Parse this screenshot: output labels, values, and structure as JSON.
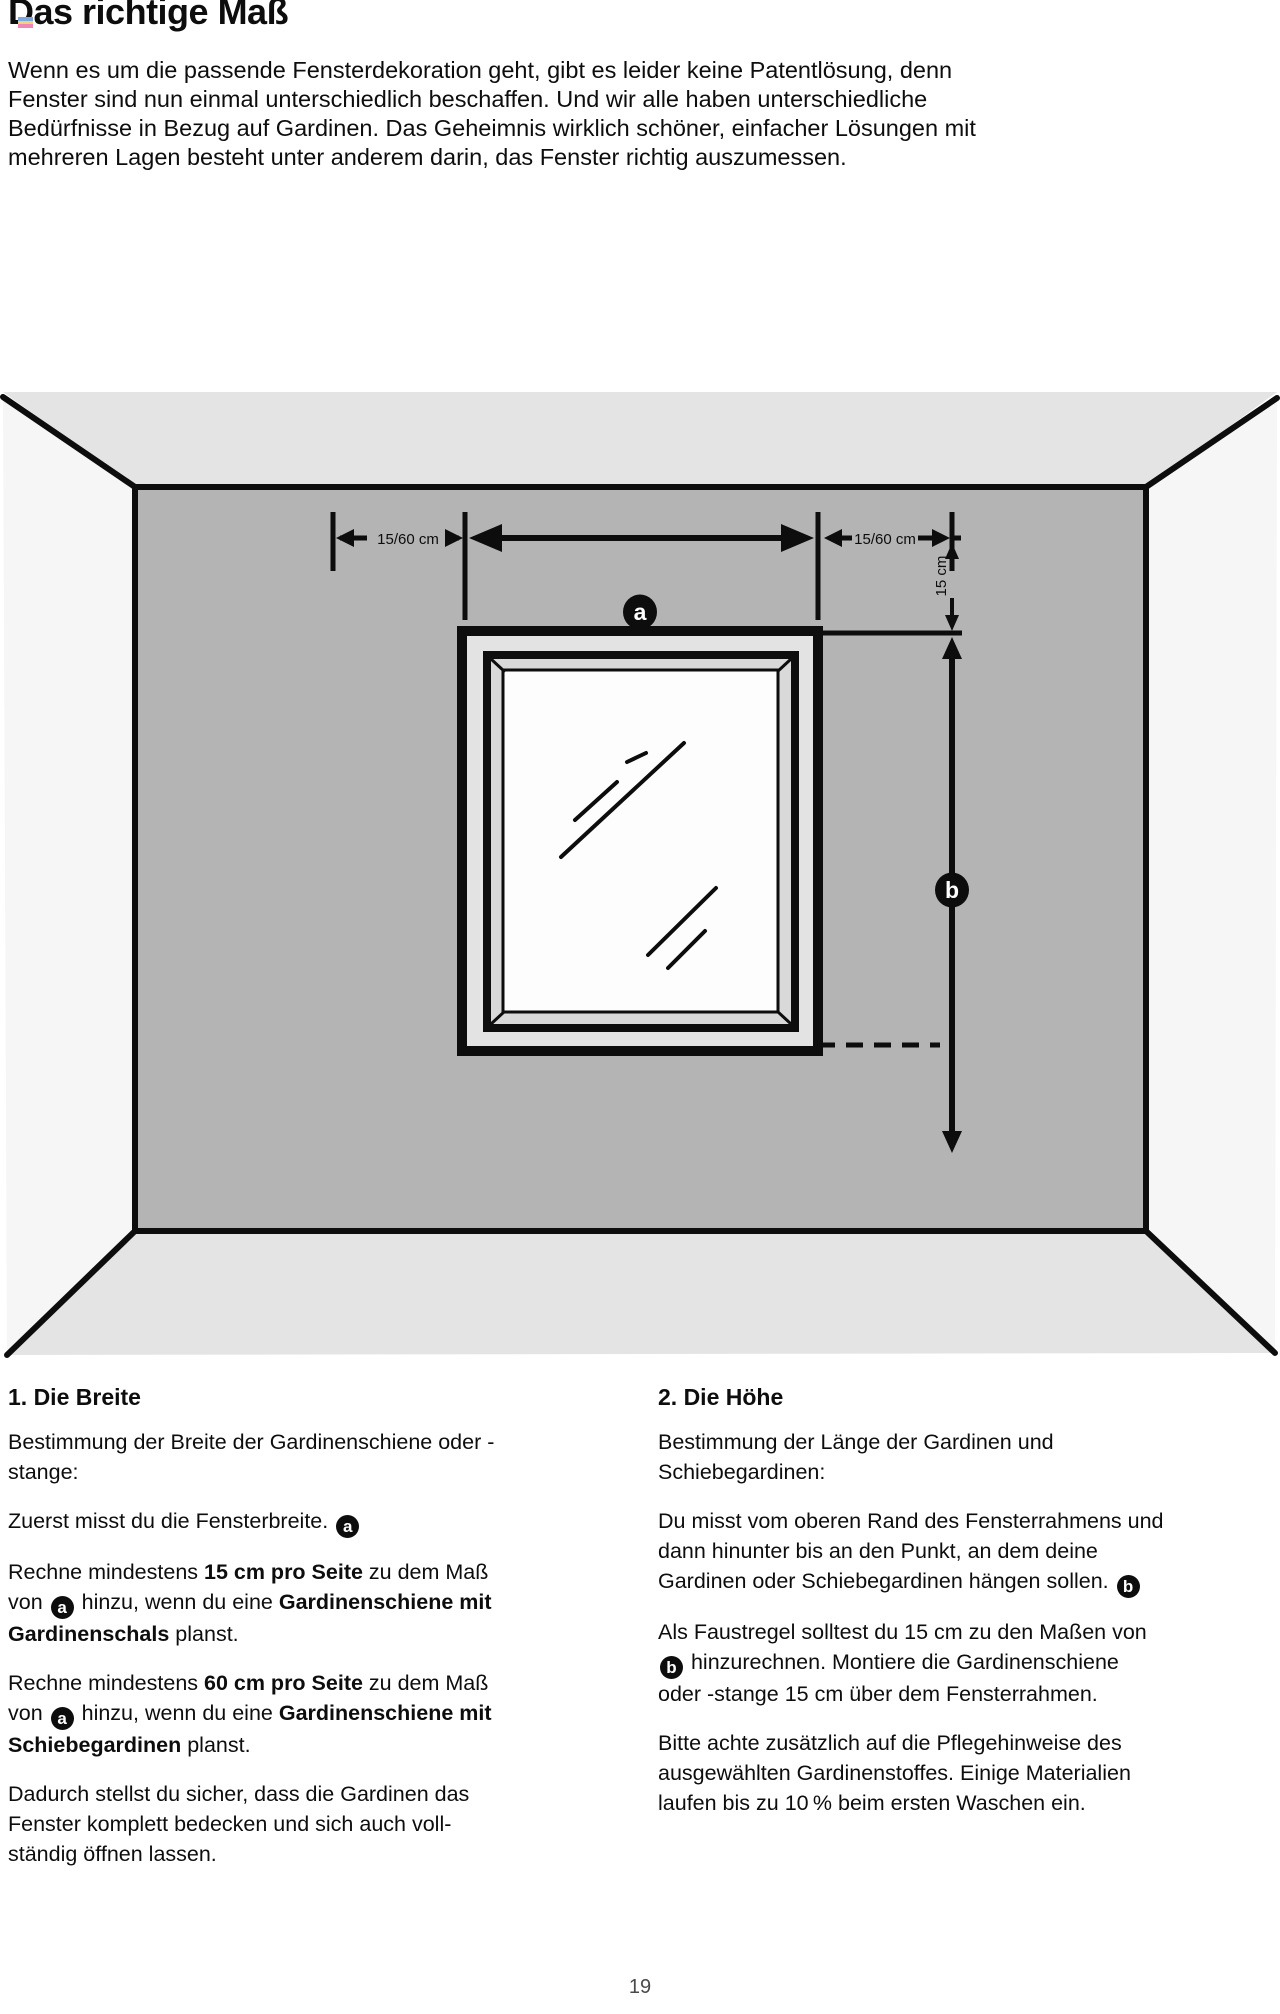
{
  "page": {
    "title": "Das richtige Maß",
    "intro": "Wenn es um die passende Fensterdekoration geht, gibt es leider keine Patentlösung, denn Fenster sind nun einmal unterschiedlich beschaffen. Und wir alle haben unterschiedliche Bedürfnisse in Bezug auf Gardinen. Das Geheimnis wirklich schöner, einfacher Lösungen mit mehreren Lagen besteht unter anderem darin, das Fenster richtig auszumessen.",
    "page_number": "19"
  },
  "colors": {
    "back_wall": "#b4b4b4",
    "ceiling_floor": "#e4e4e4",
    "side_walls": "#f6f6f6",
    "line_black": "#0d0d0d",
    "glass": "#fdfdfd"
  },
  "diagram": {
    "labels": {
      "left_margin": "15/60 cm",
      "right_margin": "15/60 cm",
      "above_window": "15 cm",
      "marker_a": "a",
      "marker_b": "b"
    }
  },
  "sections": {
    "breite": {
      "heading": "1. Die Breite",
      "p1": [
        {
          "t": "Bestimmung der Breite der Gardinenschiene oder -stange:"
        }
      ],
      "p2": [
        {
          "t": "Zuerst misst du die Fensterbreite. "
        },
        {
          "badge": "a"
        }
      ],
      "p3": [
        {
          "t": "Rechne mindestens "
        },
        {
          "t": "15 cm pro Seite",
          "b": true
        },
        {
          "t": " zu dem Maß von "
        },
        {
          "badge": "a"
        },
        {
          "t": " hinzu, wenn du eine "
        },
        {
          "t": "Gardinenschiene mit Gardinenschals",
          "b": true
        },
        {
          "t": " planst."
        }
      ],
      "p4": [
        {
          "t": "Rechne mindestens "
        },
        {
          "t": "60 cm pro Seite",
          "b": true
        },
        {
          "t": " zu dem Maß von "
        },
        {
          "badge": "a"
        },
        {
          "t": " hinzu, wenn du eine "
        },
        {
          "t": "Gardinenschiene mit Schiebegardinen",
          "b": true
        },
        {
          "t": " planst."
        }
      ],
      "p5": [
        {
          "t": "Dadurch stellst du sicher, dass die Gardinen das Fenster komplett bedecken und sich auch voll­ständig öffnen lassen."
        }
      ]
    },
    "hoehe": {
      "heading": "2. Die Höhe",
      "p1": [
        {
          "t": "Bestimmung der Länge der Gardinen und Schiebegardinen:"
        }
      ],
      "p2": [
        {
          "t": "Du misst vom oberen Rand des Fensterrahmens und dann hinunter bis an den Punkt, an dem deine Gardinen oder Schiebegardinen hängen sollen. "
        },
        {
          "badge": "b"
        }
      ],
      "p3": [
        {
          "t": "Als Faustregel solltest du 15 cm zu den Maßen von "
        },
        {
          "badge": "b"
        },
        {
          "t": " hinzurechnen. Montiere die Gardinen­schiene oder -stange 15 cm über dem Fenster­rahmen."
        }
      ],
      "p4": [
        {
          "t": "Bitte achte zusätzlich auf die Pflegehinweise des ausgewählten Gardinenstoffes. Einige Materialien laufen bis zu 10 % beim ersten Waschen ein."
        }
      ]
    }
  }
}
